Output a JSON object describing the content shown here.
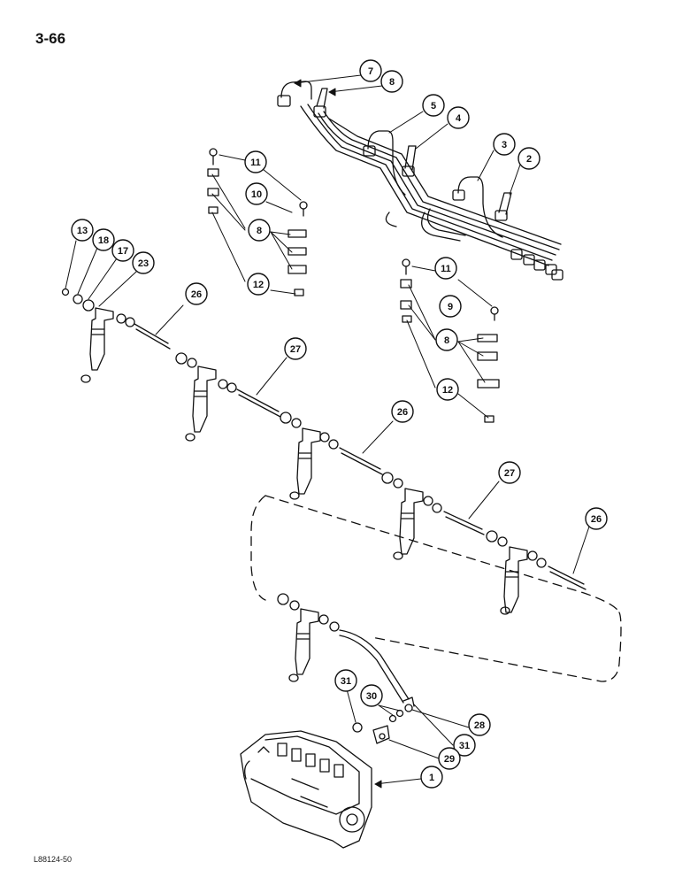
{
  "page": {
    "number": "3-66",
    "figure_code": "L88124-50"
  },
  "callouts": [
    "7",
    "8",
    "5",
    "4",
    "3",
    "2",
    "11",
    "10",
    "8",
    "12",
    "13",
    "18",
    "17",
    "23",
    "26",
    "11",
    "9",
    "8",
    "12",
    "27",
    "26",
    "27",
    "26",
    "31",
    "30",
    "28",
    "31",
    "29",
    "1"
  ],
  "colors": {
    "ink": "#111111",
    "paper": "#ffffff"
  }
}
